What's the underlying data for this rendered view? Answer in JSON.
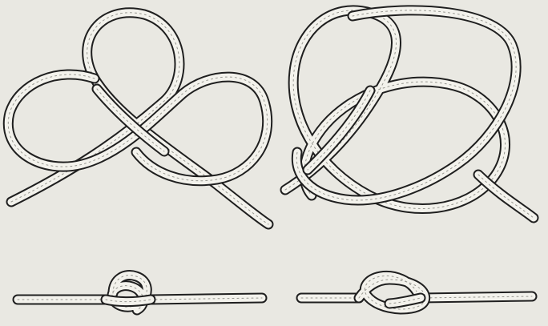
{
  "figure": {
    "background": "#e9e8e2",
    "rope_fill": "#f3f2ec",
    "rope_edge": "#1f1f1f",
    "rope_texture": "#8d8d86"
  },
  "panels": [
    {
      "name": "trefoil-knot-loose",
      "kind": "loose"
    },
    {
      "name": "figure-eight-knot-loose",
      "kind": "loose"
    },
    {
      "name": "trefoil-knot-tight",
      "kind": "tight"
    },
    {
      "name": "figure-eight-knot-tight",
      "kind": "tight"
    }
  ]
}
